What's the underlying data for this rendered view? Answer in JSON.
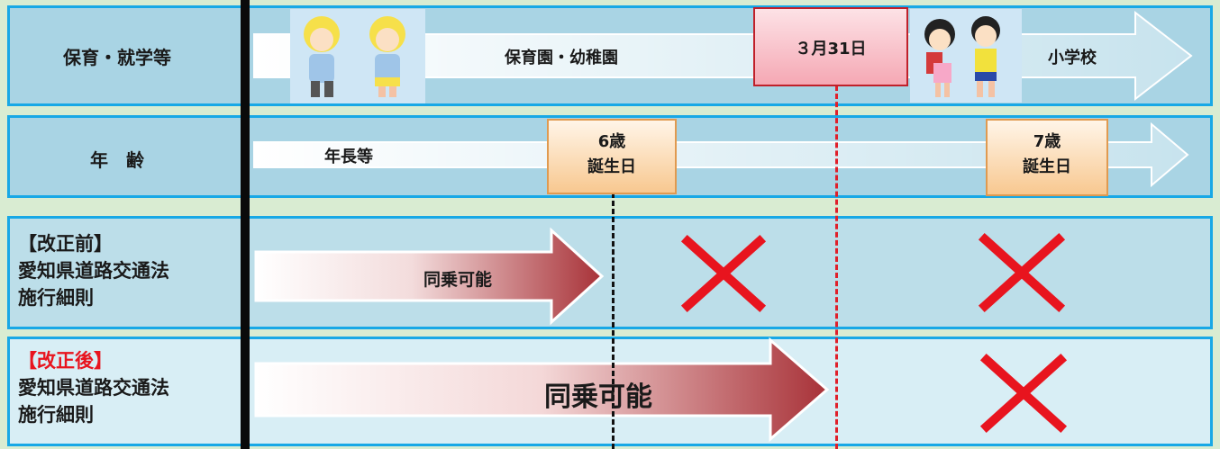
{
  "rows": {
    "school": {
      "label": "保育・就学等",
      "nursery": "保育園・幼稚園",
      "elementary": "小学校"
    },
    "age": {
      "label": "年　齢",
      "senior_class": "年長等"
    },
    "before": {
      "line1": "【改正前】",
      "line2": "愛知県道路交通法",
      "line3": "施行細則",
      "arrow": "同乗可能"
    },
    "after": {
      "line1": "【改正後】",
      "line2": "愛知県道路交通法",
      "line3": "施行細則",
      "arrow": "同乗可能"
    }
  },
  "milestones": {
    "march31": "３月31日",
    "age6_line1": "6歳",
    "age6_line2": "誕生日",
    "age7_line1": "7歳",
    "age7_line2": "誕生日"
  },
  "colors": {
    "border": "#18a8e6",
    "not_allowed": "#e8141e",
    "arrow_dark": "#a83238"
  }
}
